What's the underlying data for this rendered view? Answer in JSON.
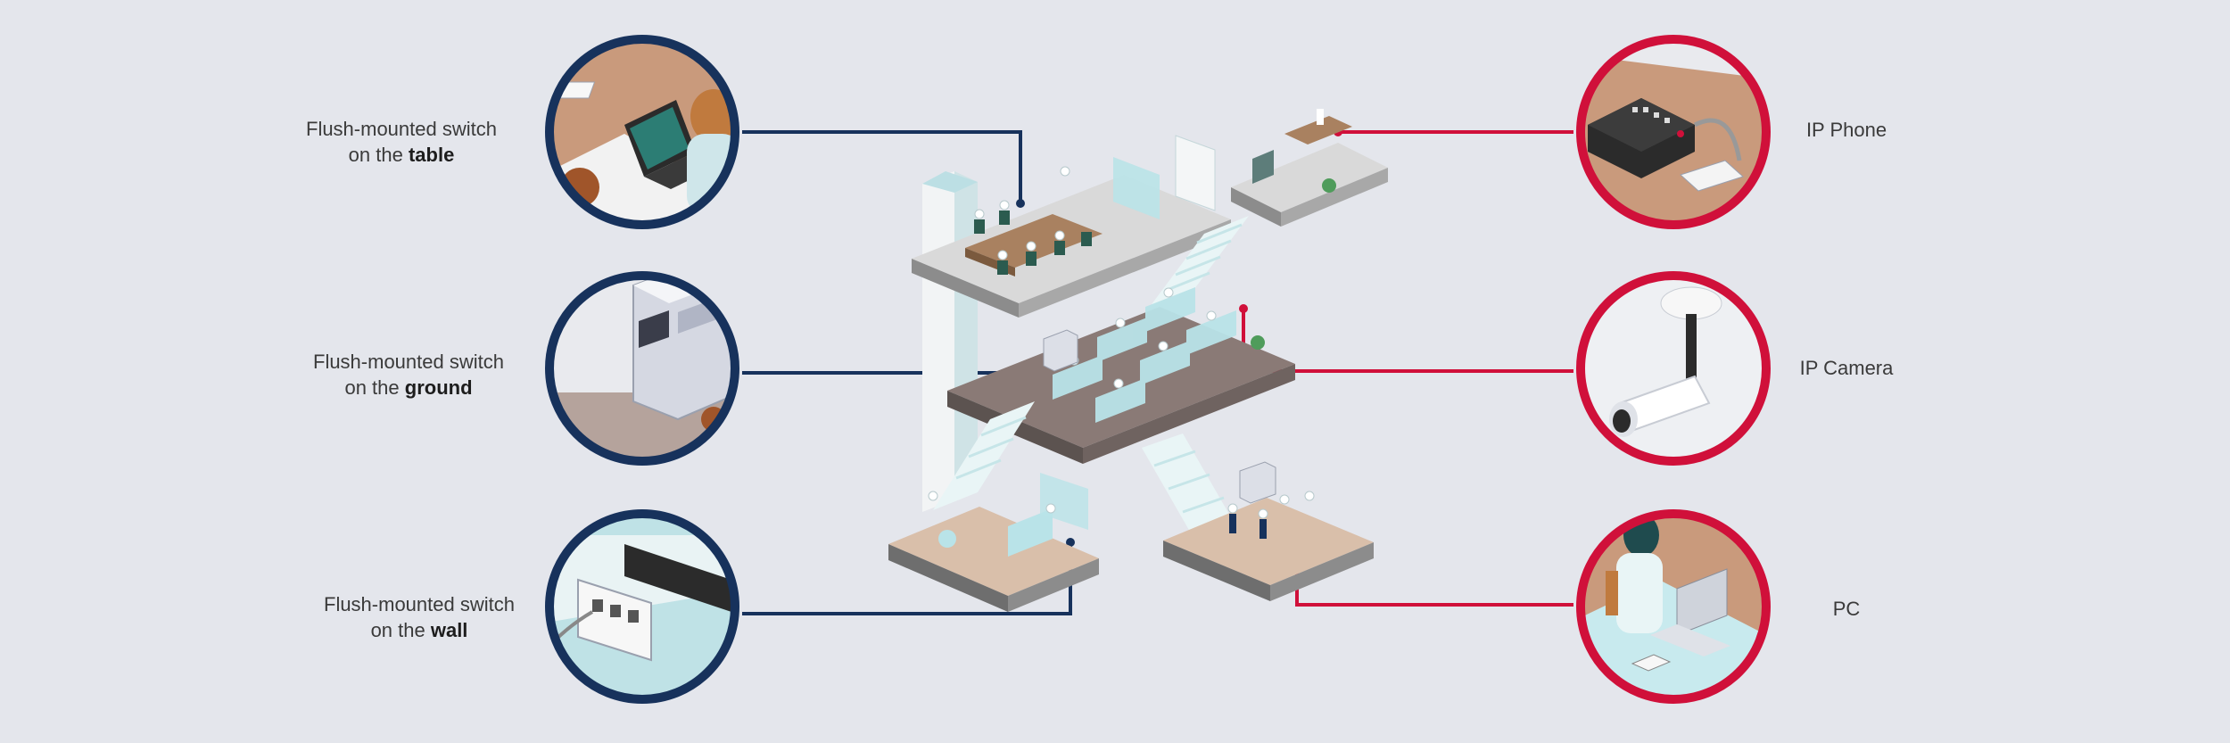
{
  "left_labels": [
    {
      "line1": "Flush-mounted switch",
      "line2_prefix": "on the ",
      "line2_bold": "table"
    },
    {
      "line1": "Flush-mounted switch",
      "line2_prefix": "on the ",
      "line2_bold": "ground"
    },
    {
      "line1": "Flush-mounted switch",
      "line2_prefix": "on the ",
      "line2_bold": "wall"
    }
  ],
  "right_labels": [
    "IP Phone",
    "IP Camera",
    "PC"
  ],
  "colors": {
    "background": "#e4e6ec",
    "navy": "#17325c",
    "red": "#d0103a",
    "floor_light": "#d9d9d9",
    "floor_dark": "#8a7a76",
    "floor_tan": "#d9bfaa",
    "glass": "#b9e3e8"
  },
  "icons": [
    "laptop-desk-icon",
    "printer-floor-outlet-icon",
    "wall-outlet-icon",
    "desk-phone-icon",
    "security-camera-icon",
    "person-pc-icon"
  ]
}
